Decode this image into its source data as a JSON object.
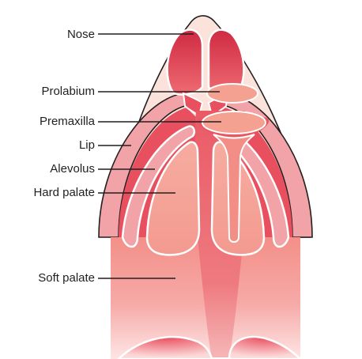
{
  "diagram": {
    "labels": {
      "nose": "Nose",
      "prolabium": "Prolabium",
      "premaxilla": "Premaxilla",
      "lip": "Lip",
      "alveolus": "Alevolus",
      "hard_palate": "Hard palate",
      "soft_palate": "Soft palate"
    },
    "colors": {
      "outline": "#231f20",
      "skin": "#fbe3dc",
      "lip_pink": "#f2a3a8",
      "red_dark": "#d7334a",
      "red": "#ea5663",
      "palate_pink": "#f6a79d",
      "prolabium_pink": "#f4a191"
    }
  }
}
